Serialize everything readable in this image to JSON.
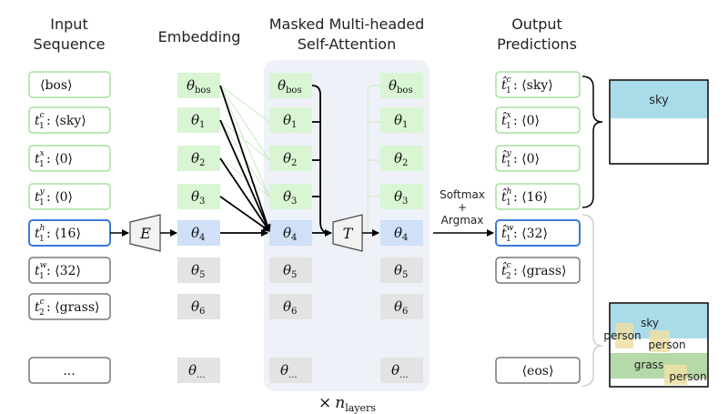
{
  "headers": {
    "input_l1": "Input",
    "input_l2": "Sequence",
    "embedding": "Embedding",
    "attn_l1": "Masked Multi-headed",
    "attn_l2": "Self-Attention",
    "output_l1": "Output",
    "output_l2": "Predictions"
  },
  "input_tokens": [
    {
      "base": "",
      "sup": "",
      "sub": "",
      "value": "⟨bos⟩"
    },
    {
      "base": "t",
      "sup": "c",
      "sub": "1",
      "value": " : ⟨sky⟩"
    },
    {
      "base": "t",
      "sup": "x",
      "sub": "1",
      "value": " : ⟨0⟩"
    },
    {
      "base": "t",
      "sup": "y",
      "sub": "1",
      "value": " : ⟨0⟩"
    },
    {
      "base": "t",
      "sup": "h",
      "sub": "1",
      "value": " : ⟨16⟩"
    },
    {
      "base": "t",
      "sup": "w",
      "sub": "1",
      "value": " : ⟨32⟩"
    },
    {
      "base": "t",
      "sup": "c",
      "sub": "2",
      "value": " : ⟨grass⟩"
    },
    {
      "base": "",
      "sup": "",
      "sub": "",
      "value": "..."
    }
  ],
  "theta_subs": [
    "bos",
    "1",
    "2",
    "3",
    "4",
    "5",
    "6",
    "..."
  ],
  "theta_symbol": "θ",
  "encoder_label": "E",
  "transformer_label": "T",
  "layers_label": {
    "times": "×",
    "n": "n",
    "sub": "layers"
  },
  "softmax_label": {
    "l1": "Softmax",
    "l2": "+",
    "l3": "Argmax"
  },
  "output_tokens": [
    {
      "base": "t̂",
      "sup": "c",
      "sub": "1",
      "value": " : ⟨sky⟩"
    },
    {
      "base": "t̂",
      "sup": "x",
      "sub": "1",
      "value": " : ⟨0⟩"
    },
    {
      "base": "t̂",
      "sup": "y",
      "sub": "1",
      "value": " : ⟨0⟩"
    },
    {
      "base": "t̂",
      "sup": "h",
      "sub": "1",
      "value": " : ⟨16⟩"
    },
    {
      "base": "t̂",
      "sup": "w",
      "sub": "1",
      "value": " : ⟨32⟩"
    },
    {
      "base": "t̂",
      "sup": "c",
      "sub": "2",
      "value": " : ⟨grass⟩"
    },
    {
      "base": "",
      "sup": "",
      "sub": "",
      "value": "⟨eos⟩"
    }
  ],
  "canvas1": {
    "sky": "sky"
  },
  "canvas2": {
    "sky": "sky",
    "person_a": "person",
    "person_b": "person",
    "grass": "grass",
    "person_c": "person"
  },
  "colors": {
    "green_fill": "#d9f5d3",
    "green_border": "#a9dfa0",
    "blue_fill": "#cfe0f7",
    "blue_border": "#3b78d8",
    "gray_fill": "#e3e3e3",
    "gray_border": "#777777",
    "panel": "#eef2f8",
    "sky": "#a9dbe8",
    "grass": "#b5d9a8",
    "person": "#efdfa6"
  }
}
